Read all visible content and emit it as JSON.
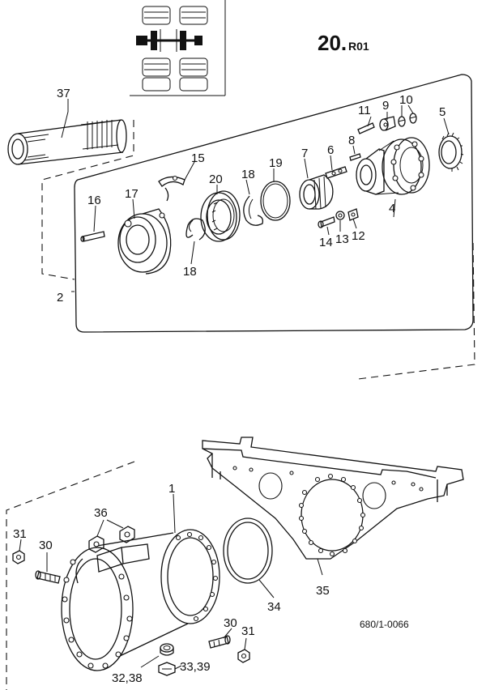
{
  "diagram": {
    "title_main": "20.",
    "title_sub": "R01",
    "reference": "680/1-0066",
    "labels": [
      {
        "id": "l37",
        "text": "37"
      },
      {
        "id": "l11",
        "text": "11"
      },
      {
        "id": "l9",
        "text": "9"
      },
      {
        "id": "l10",
        "text": "10"
      },
      {
        "id": "l5",
        "text": "5"
      },
      {
        "id": "l15",
        "text": "15"
      },
      {
        "id": "l16",
        "text": "16"
      },
      {
        "id": "l17",
        "text": "17"
      },
      {
        "id": "l20",
        "text": "20"
      },
      {
        "id": "l18a",
        "text": "18"
      },
      {
        "id": "l19",
        "text": "19"
      },
      {
        "id": "l7",
        "text": "7"
      },
      {
        "id": "l6",
        "text": "6"
      },
      {
        "id": "l8",
        "text": "8"
      },
      {
        "id": "l4",
        "text": "4"
      },
      {
        "id": "l14",
        "text": "14"
      },
      {
        "id": "l13",
        "text": "13"
      },
      {
        "id": "l12",
        "text": "12"
      },
      {
        "id": "l18b",
        "text": "18"
      },
      {
        "id": "l2",
        "text": "2"
      },
      {
        "id": "l1",
        "text": "1"
      },
      {
        "id": "l36",
        "text": "36"
      },
      {
        "id": "l31a",
        "text": "31"
      },
      {
        "id": "l30a",
        "text": "30"
      },
      {
        "id": "l34",
        "text": "34"
      },
      {
        "id": "l35",
        "text": "35"
      },
      {
        "id": "l30b",
        "text": "30"
      },
      {
        "id": "l31b",
        "text": "31"
      },
      {
        "id": "l3238",
        "text": "32,38"
      },
      {
        "id": "l3339",
        "text": "33,39"
      }
    ]
  }
}
